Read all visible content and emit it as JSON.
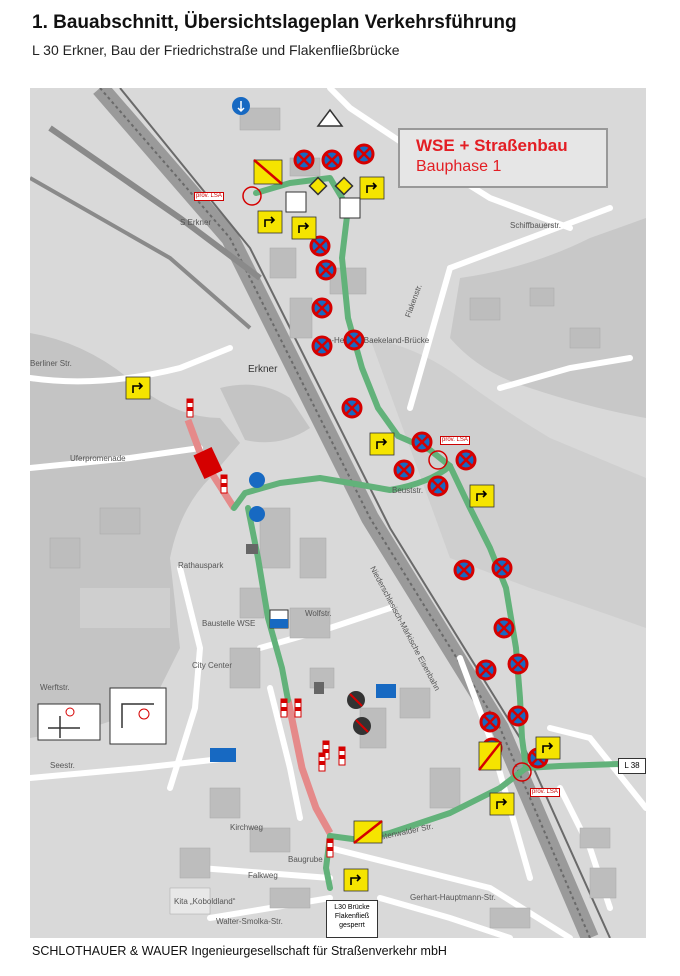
{
  "header": {
    "title": "1. Bauabschnitt, Übersichtslageplan Verkehrsführung",
    "subtitle": "L 30 Erkner, Bau der Friedrichstraße und Flakenfließbrücke"
  },
  "legend": {
    "title": "WSE + Straßenbau",
    "phase": "Bauphase 1"
  },
  "map": {
    "lsa_label": "prov. LSA",
    "road_badge": "L 38",
    "note_lines": [
      "L30 Brücke",
      "Flakenfließ",
      "gesperrt"
    ],
    "labels": {
      "station": "S Erkner",
      "erkner": "Erkner",
      "bridge": "Leo-Hendrik Baekeland-Brücke",
      "berliner": "Berliner Str.",
      "uferpromenade": "Uferpromenade",
      "rathauspark": "Rathauspark",
      "baustelle": "Baustelle WSE",
      "city_center": "City Center",
      "wolfstr": "Wolfstr.",
      "kirchweg": "Kirchweg",
      "falkweg": "Falkweg",
      "baugrube": "Baugrube",
      "fuerstenwalder": "Fürstenwalder Str.",
      "gerhart": "Gerhart-Hauptmann-Str.",
      "walter": "Walter-Smolka-Str.",
      "schiffbauer": "Schiffbauerstr.",
      "flakenstr": "Flakenstr.",
      "beuststr": "Beuststr.",
      "werftstr": "Werftstr.",
      "seestr": "Seestr.",
      "kita": "Kita „Koboldland“",
      "nrbahn": "Niederschlesisch-Märkische Eisenbahn"
    }
  },
  "colors": {
    "route": "#62b27a",
    "closed": "#e58a8a",
    "sign_yellow": "#f5e400",
    "sign_blue": "#1769c2",
    "legend_red": "#e31e24"
  },
  "icons": {
    "no_stopping": "no-stopping-sign-icon",
    "detour": "detour-arrow-sign-icon",
    "one_way": "one-way-sign-icon",
    "signal": "temporary-traffic-signal-icon",
    "barrier": "barrier-icon",
    "north": "north-arrow-icon"
  },
  "footer": {
    "text": "SCHLOTHAUER & WAUER Ingenieurgesellschaft für Straßenverkehr mbH"
  }
}
